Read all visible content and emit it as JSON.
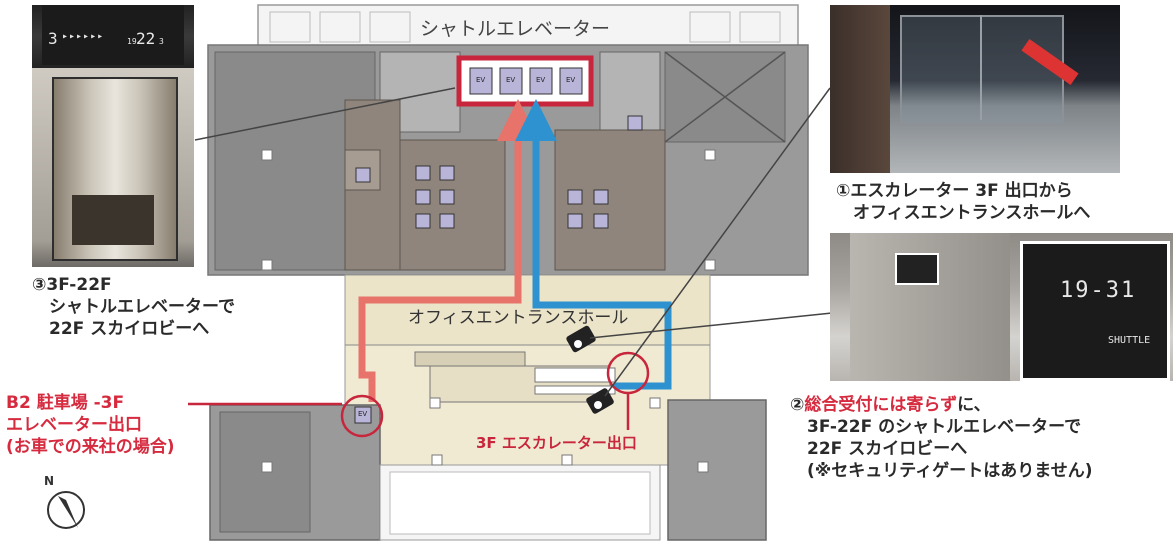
{
  "map": {
    "shuttle_label": "シャトルエレベーター",
    "hall_label": "オフィスエントランスホール",
    "escalator_exit_label": "3F エスカレーター出口",
    "ev_label": "EV",
    "compass_label": "N",
    "route_colors": {
      "shuttle_route": "#e8736b",
      "office_route": "#2d92cf",
      "highlight": "#c8263c"
    }
  },
  "photos": {
    "elevator_sign": {
      "floor_from": "3",
      "arrows": "▸▸▸▸▸▸",
      "floor_to": "22",
      "floor_from_small": "19",
      "floor_to_small": "3"
    },
    "lobby_sign": {
      "number": "19-31",
      "sub": "SHUTTLE"
    }
  },
  "captions": {
    "c1": "①エスカレーター 3F 出口から\n　オフィスエントランスホールへ",
    "c2_prefix": "②",
    "c2_red": "総合受付には寄らず",
    "c2_rest": "に、\n　3F-22F のシャトルエレベーターで\n　22F スカイロビーへ\n　(※セキュリティゲートはありません)",
    "c3": "③3F-22F\n　シャトルエレベーターで\n　22F スカイロビーへ",
    "b2": "B2 駐車場 -3F\nエレベーター出口\n(お車での来社の場合)"
  }
}
